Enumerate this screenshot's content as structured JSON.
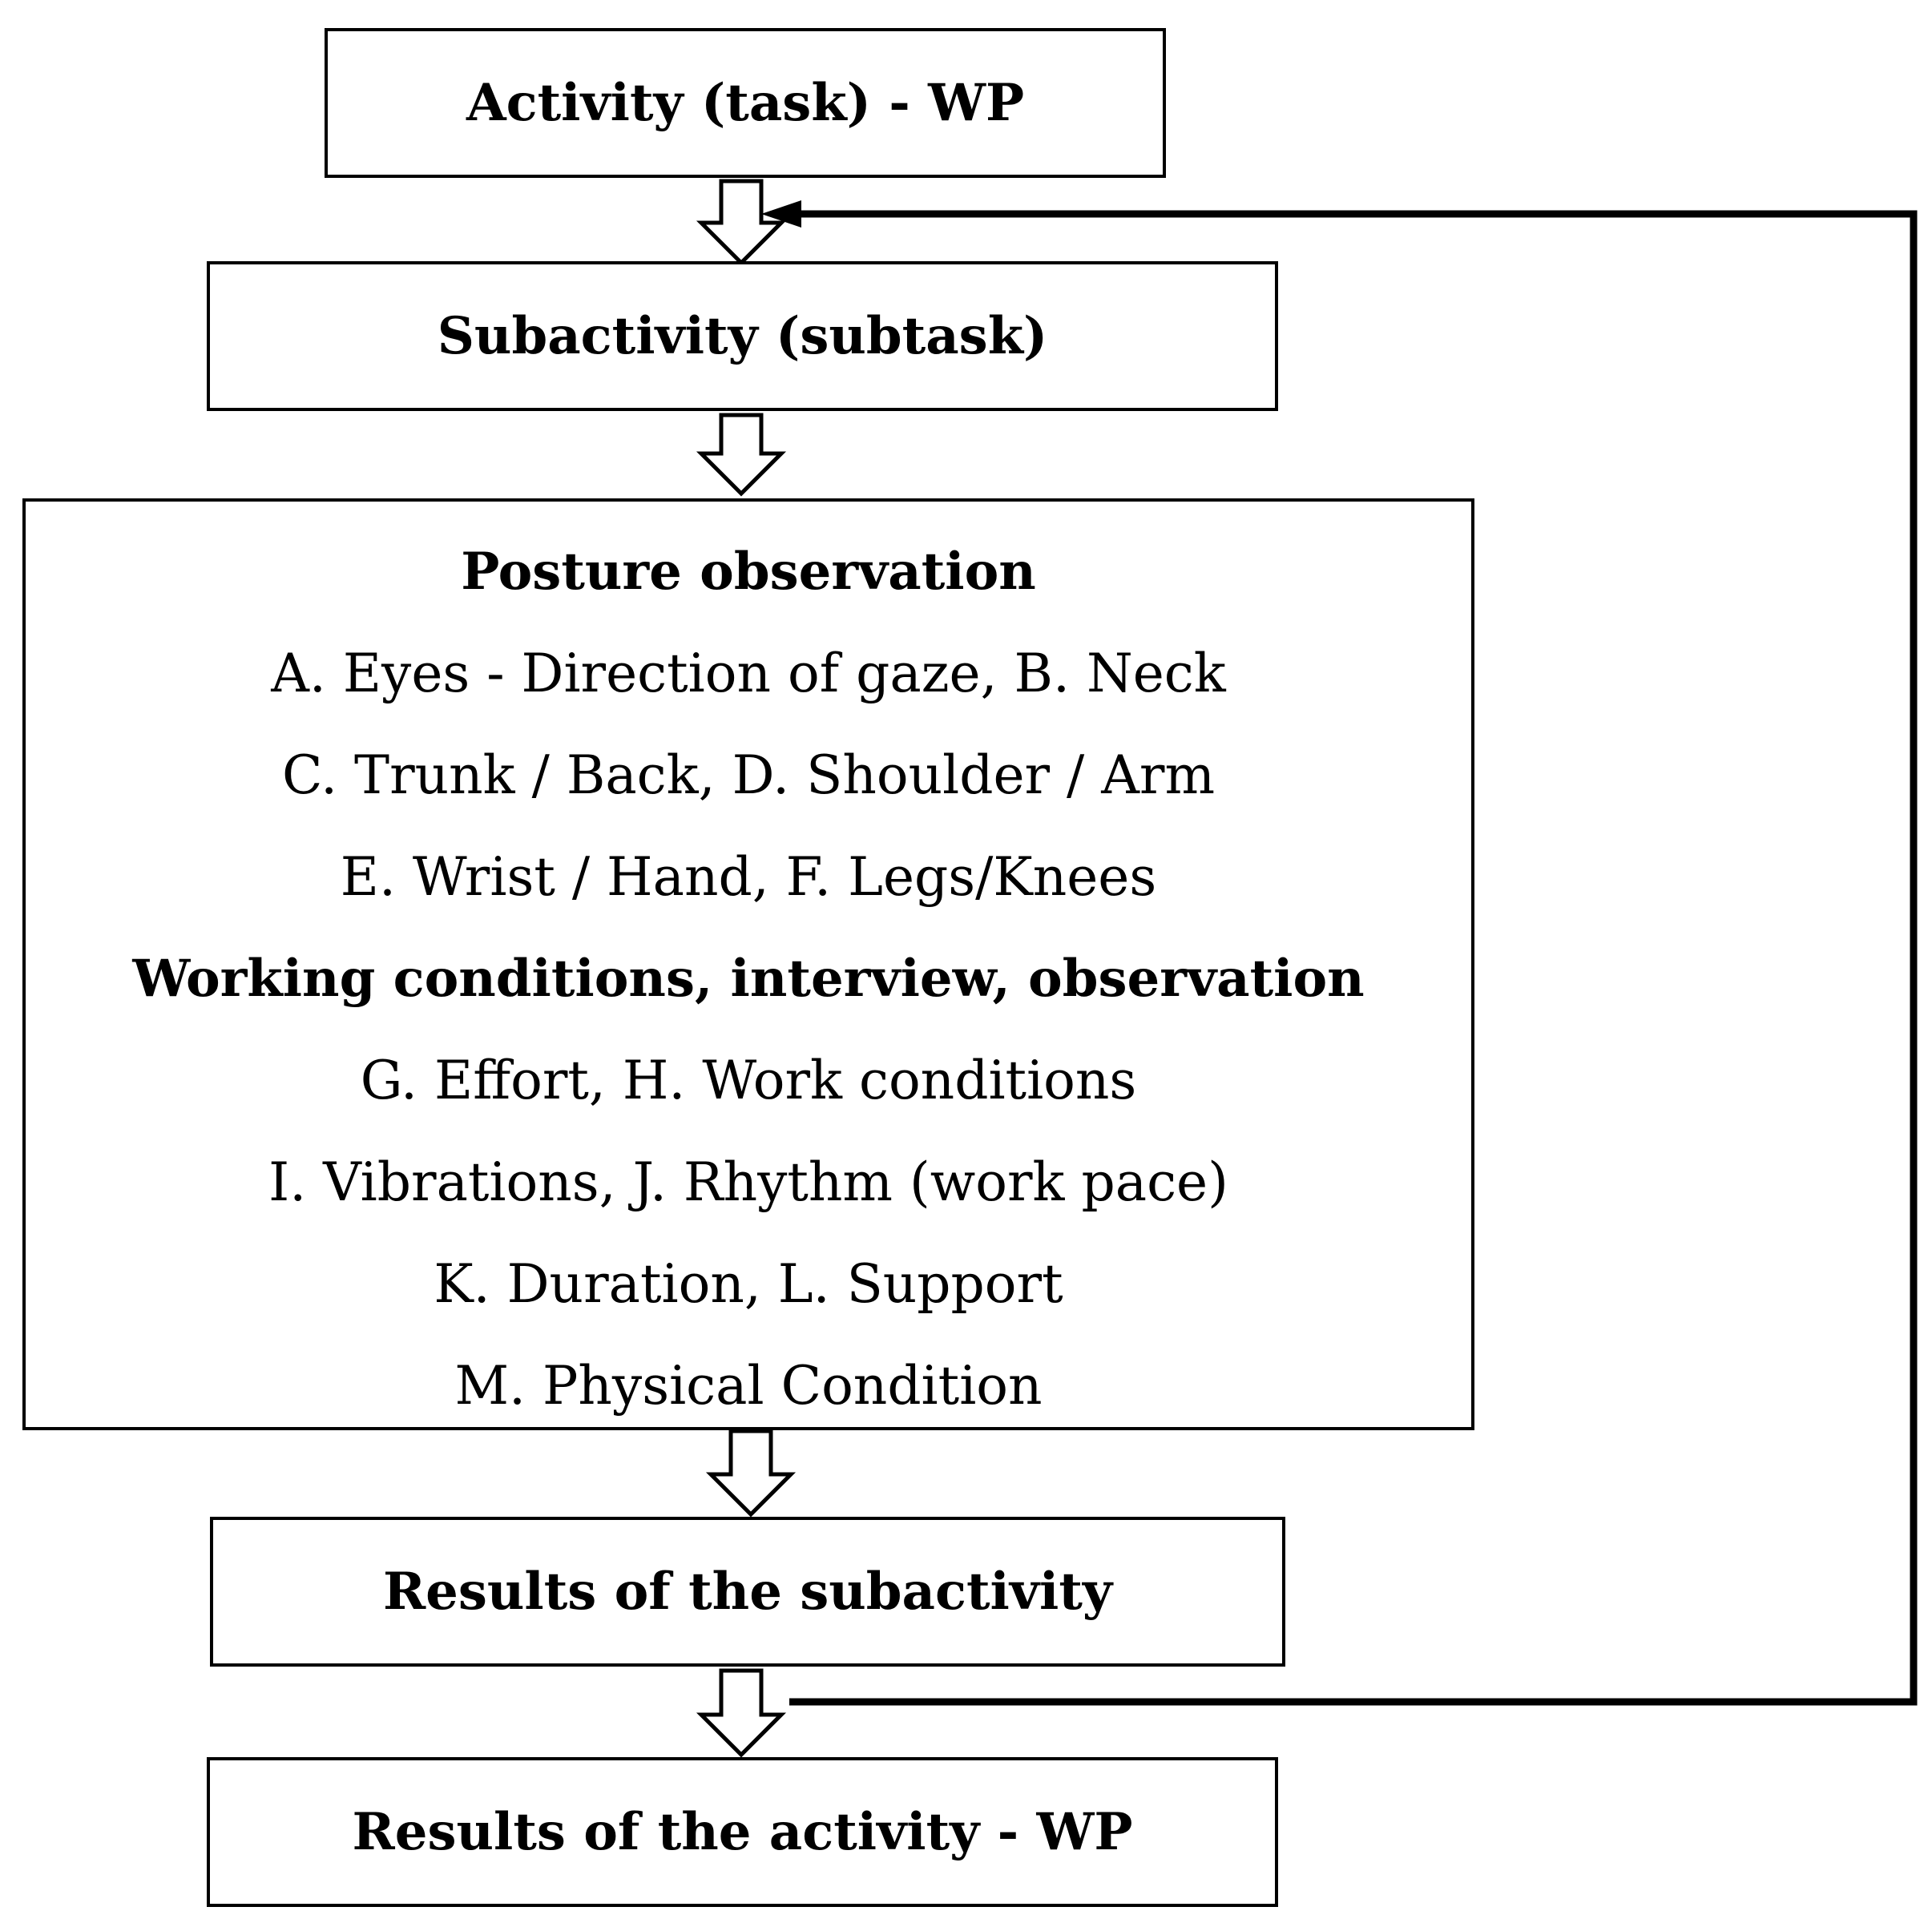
{
  "boxes": {
    "activity": "Activity (task) - WP",
    "subactivity": "Subactivity (subtask)",
    "results_subactivity": "Results of the subactivity",
    "results_activity": "Results of the activity - WP"
  },
  "observation": {
    "heading1": "Posture observation",
    "posture_lines": [
      "A. Eyes - Direction of gaze, B. Neck",
      "C. Trunk / Back, D. Shoulder / Arm",
      "E. Wrist / Hand,  F. Legs/Knees"
    ],
    "heading2": "Working conditions, interview, observation",
    "condition_lines": [
      "G. Effort, H. Work conditions",
      "I. Vibrations, J. Rhythm (work pace)",
      "K. Duration, L. Support",
      "M. Physical Condition"
    ]
  }
}
